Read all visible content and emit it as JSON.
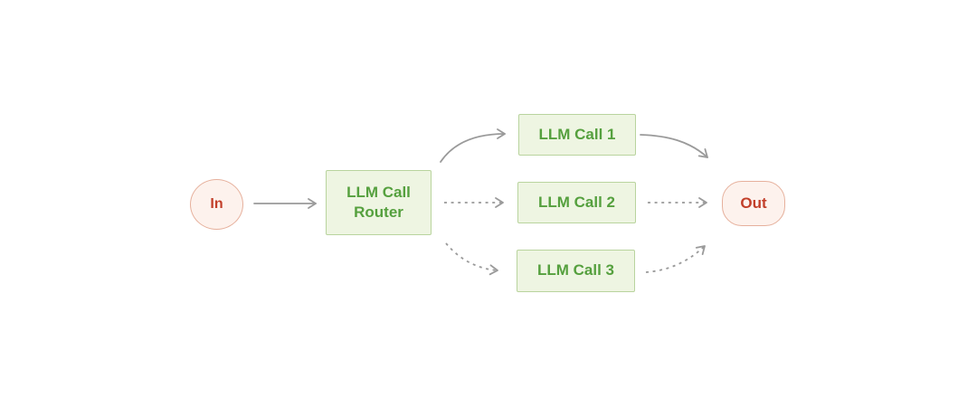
{
  "diagram": {
    "nodes": {
      "in": {
        "label": "In"
      },
      "router": {
        "label": "LLM Call Router"
      },
      "call1": {
        "label": "LLM Call 1"
      },
      "call2": {
        "label": "LLM Call 2"
      },
      "call3": {
        "label": "LLM Call 3"
      },
      "out": {
        "label": "Out"
      }
    },
    "edges": [
      {
        "from": "In",
        "to": "LLM Call Router",
        "style": "solid"
      },
      {
        "from": "LLM Call Router",
        "to": "LLM Call 1",
        "style": "solid"
      },
      {
        "from": "LLM Call 1",
        "to": "Out",
        "style": "solid"
      },
      {
        "from": "LLM Call Router",
        "to": "LLM Call 2",
        "style": "dashed"
      },
      {
        "from": "LLM Call 2",
        "to": "Out",
        "style": "dashed"
      },
      {
        "from": "LLM Call Router",
        "to": "LLM Call 3",
        "style": "dashed"
      },
      {
        "from": "LLM Call 3",
        "to": "Out",
        "style": "dashed"
      }
    ],
    "colors": {
      "background": "#ffffff",
      "green_fill": "#eef5e2",
      "green_border": "#b9d49e",
      "green_text": "#55a03e",
      "pink_fill": "#fdf2ed",
      "pink_border": "#e6b09c",
      "red_text": "#c23f2a",
      "arrow": "#9a9a9a"
    }
  }
}
